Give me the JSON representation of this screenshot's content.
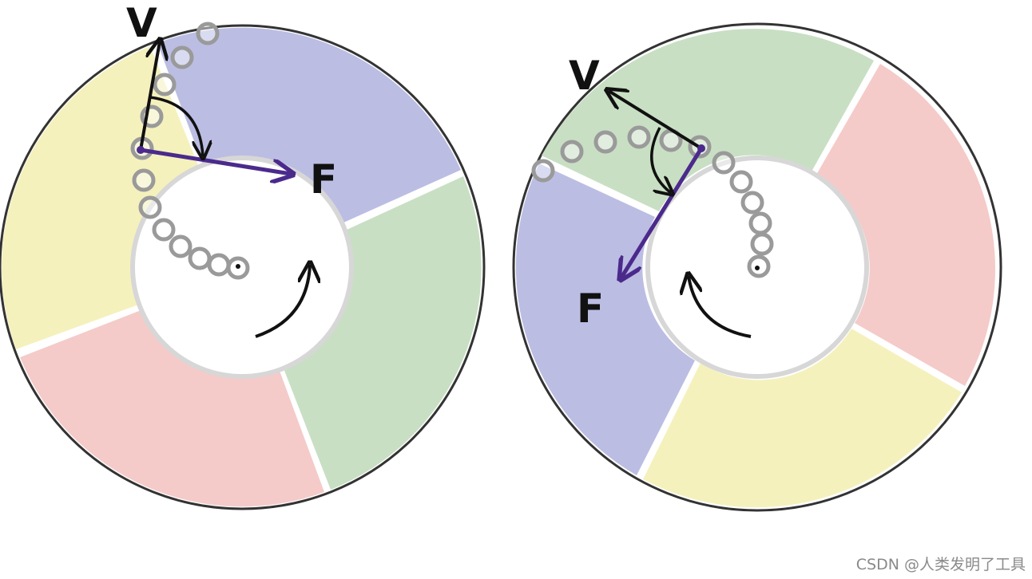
{
  "labels": {
    "velocity": "V",
    "force": "F"
  },
  "watermark": "CSDN @人类发明了工具",
  "colors": {
    "yellow": "#f5f1bd",
    "blue": "#bbbde3",
    "green": "#c8dfc3",
    "red": "#f4cbc9",
    "force_arrow": "#4b2a8c",
    "velocity_arrow": "#111111",
    "rim": "#333333"
  },
  "icons": [
    "rotation-arrow-icon",
    "angle-arc-icon",
    "ball-trail-icon"
  ]
}
